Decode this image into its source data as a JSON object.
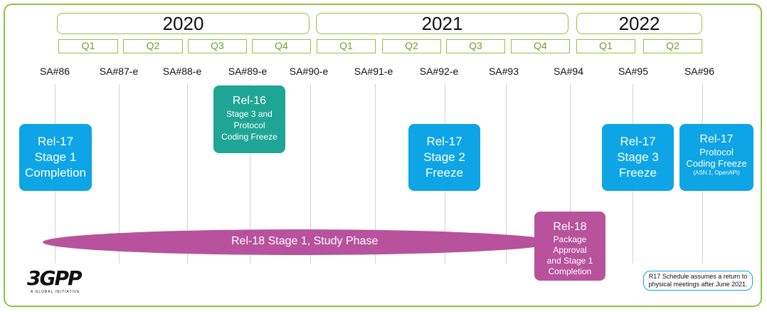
{
  "years": [
    "2020",
    "2021",
    "2022"
  ],
  "quarters": [
    "Q1",
    "Q2",
    "Q3",
    "Q4",
    "Q1",
    "Q2",
    "Q3",
    "Q4",
    "Q1",
    "Q2"
  ],
  "meetings": [
    "SA#86",
    "SA#87-e",
    "SA#88-e",
    "SA#89-e",
    "SA#90-e",
    "SA#91-e",
    "SA#92-e",
    "SA#93",
    "SA#94",
    "SA#95",
    "SA#96"
  ],
  "milestones": {
    "rel17_stage1": [
      "Rel-17",
      "Stage 1",
      "Completion"
    ],
    "rel16_stage3": [
      "Rel-16",
      "Stage  3 and",
      "Protocol",
      "Coding Freeze"
    ],
    "rel17_stage2": [
      "Rel-17",
      "Stage 2",
      "Freeze"
    ],
    "rel18_package": [
      "Rel-18",
      "Package",
      "Approval",
      "and Stage 1",
      "Completion"
    ],
    "rel17_stage3": [
      "Rel-17",
      "Stage 3",
      "Freeze"
    ],
    "rel17_protocol": [
      "Rel-17",
      "Protocol",
      "Coding Freeze",
      "(ASN.1, OpenAPI)"
    ]
  },
  "study_phase": "Rel-18 Stage 1, Study Phase",
  "logo": {
    "text": "3GPP",
    "subtitle": "A GLOBAL INITIATIVE"
  },
  "note": [
    "R17 Schedule assumes a return to",
    "physical meetings after June 2021."
  ],
  "colors": {
    "green": "#8cc63f",
    "blue": "#0ea5e6",
    "teal": "#1fa595",
    "magenta": "#b8529c"
  }
}
